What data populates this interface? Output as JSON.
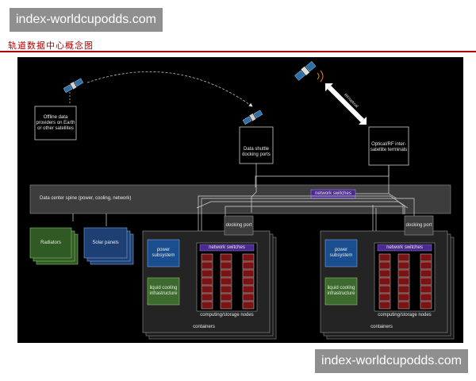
{
  "watermark": {
    "top": "index-worldcupodds.com",
    "bottom": "index-worldcupodds.com"
  },
  "caption": "轨道数据中心概念图",
  "diagram": {
    "offline_providers": "Offline data providers on Earth or other satellites",
    "data_shuttle": "Data shuttle docking ports",
    "optical_rf": "Optical/RF inter-satellite terminals",
    "rf_label": "RF/optical",
    "spine": "Data center spine (power, cooling, network)",
    "spine_switches": "network switches",
    "radiators": "Radiators",
    "solar_panels": "Solar panels",
    "container_left": {
      "docking": "docking port",
      "power": "power subsystem",
      "liquid": "liquid cooling infrastructure",
      "switches": "network switches",
      "nodes": "computing/storage nodes",
      "containers": "containers"
    },
    "container_right": {
      "docking": "docking port",
      "power": "power subsystem",
      "liquid": "liquid cooling infrastructure",
      "switches": "network switches",
      "nodes": "computing/storage nodes",
      "containers": "containers"
    },
    "colors": {
      "background": "#000000",
      "panel": "#3d3d3d",
      "switch": "#4a2a8c",
      "power": "#1a4f8f",
      "cooling": "#3d6b2e",
      "compute": "#7a1414",
      "radiator": "#2f5a23",
      "solar": "#1d3f73"
    }
  }
}
